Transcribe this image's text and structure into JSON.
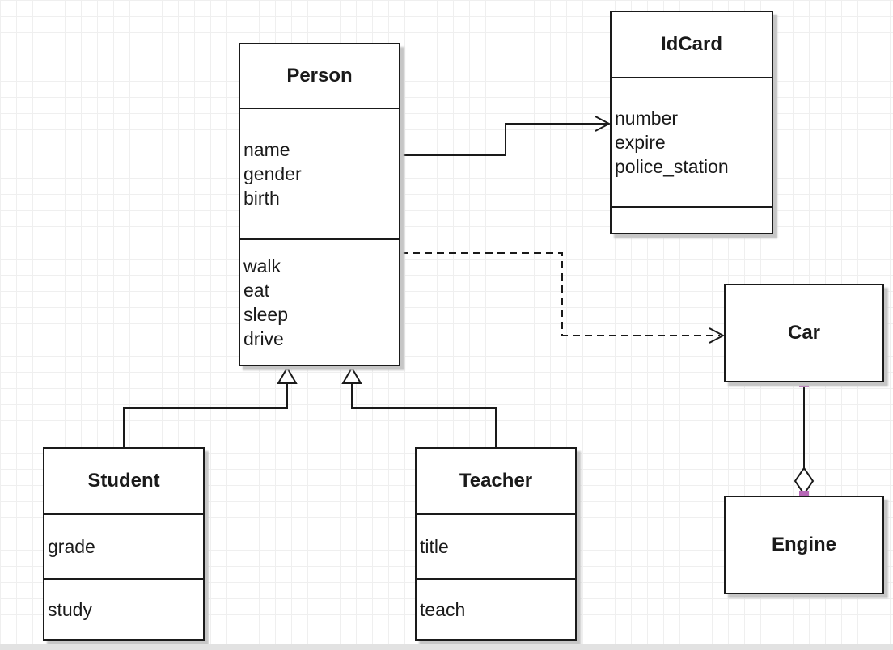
{
  "diagram": {
    "type": "uml-class-diagram",
    "classes": [
      {
        "id": "person",
        "name": "Person",
        "attributes": [
          "name",
          "gender",
          "birth"
        ],
        "methods": [
          "walk",
          "eat",
          "sleep",
          "drive"
        ]
      },
      {
        "id": "idcard",
        "name": "IdCard",
        "attributes": [
          "number",
          "expire",
          "police_station"
        ],
        "methods": []
      },
      {
        "id": "car",
        "name": "Car",
        "attributes": [],
        "methods": []
      },
      {
        "id": "engine",
        "name": "Engine",
        "attributes": [],
        "methods": []
      },
      {
        "id": "student",
        "name": "Student",
        "attributes": [
          "grade"
        ],
        "methods": [
          "study"
        ]
      },
      {
        "id": "teacher",
        "name": "Teacher",
        "attributes": [
          "title"
        ],
        "methods": [
          "teach"
        ]
      }
    ],
    "relationships": [
      {
        "from": "Person",
        "to": "IdCard",
        "type": "association",
        "line": "solid",
        "arrowhead": "open-arrow"
      },
      {
        "from": "Person",
        "to": "Car",
        "type": "dependency",
        "line": "dashed",
        "arrowhead": "open-arrow"
      },
      {
        "from": "Student",
        "to": "Person",
        "type": "generalization",
        "line": "solid",
        "arrowhead": "hollow-triangle"
      },
      {
        "from": "Teacher",
        "to": "Person",
        "type": "generalization",
        "line": "solid",
        "arrowhead": "hollow-triangle"
      },
      {
        "from": "Car",
        "to": "Engine",
        "type": "aggregation",
        "line": "solid",
        "arrowhead": "hollow-diamond"
      }
    ],
    "colors": {
      "stroke": "#1a1a1a",
      "box_fill": "#ffffff",
      "shadow": "#c6c6c6",
      "handle": "#b667b6",
      "grid_line": "#efefef",
      "canvas_bg": "#ffffff",
      "canvas_edge": "#e2e2e2"
    }
  }
}
